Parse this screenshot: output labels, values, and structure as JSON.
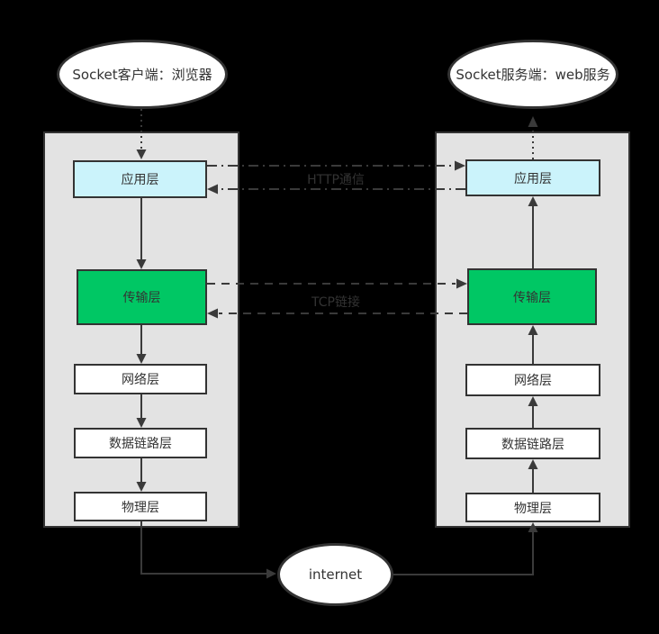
{
  "nodes": {
    "client": {
      "label": "Socket客户端：浏览器"
    },
    "server": {
      "label": "Socket服务端：web服务"
    },
    "internet": {
      "label": "internet"
    }
  },
  "client_stack": {
    "layers": [
      {
        "label": "应用层"
      },
      {
        "label": "传输层"
      },
      {
        "label": "网络层"
      },
      {
        "label": "数据链路层"
      },
      {
        "label": "物理层"
      }
    ]
  },
  "server_stack": {
    "layers": [
      {
        "label": "应用层"
      },
      {
        "label": "传输层"
      },
      {
        "label": "网络层"
      },
      {
        "label": "数据链路层"
      },
      {
        "label": "物理层"
      }
    ]
  },
  "links": {
    "http": {
      "label": "HTTP通信"
    },
    "tcp": {
      "label": "TCP链接"
    }
  },
  "colors": {
    "background": "#000000",
    "stack_fill": "#e3e3e3",
    "application_layer_fill": "#cbf3fb",
    "transport_layer_fill": "#00c764",
    "plain_layer_fill": "#ffffff",
    "border": "#333333",
    "wire": "#3a3a3a",
    "text": "#333333"
  }
}
